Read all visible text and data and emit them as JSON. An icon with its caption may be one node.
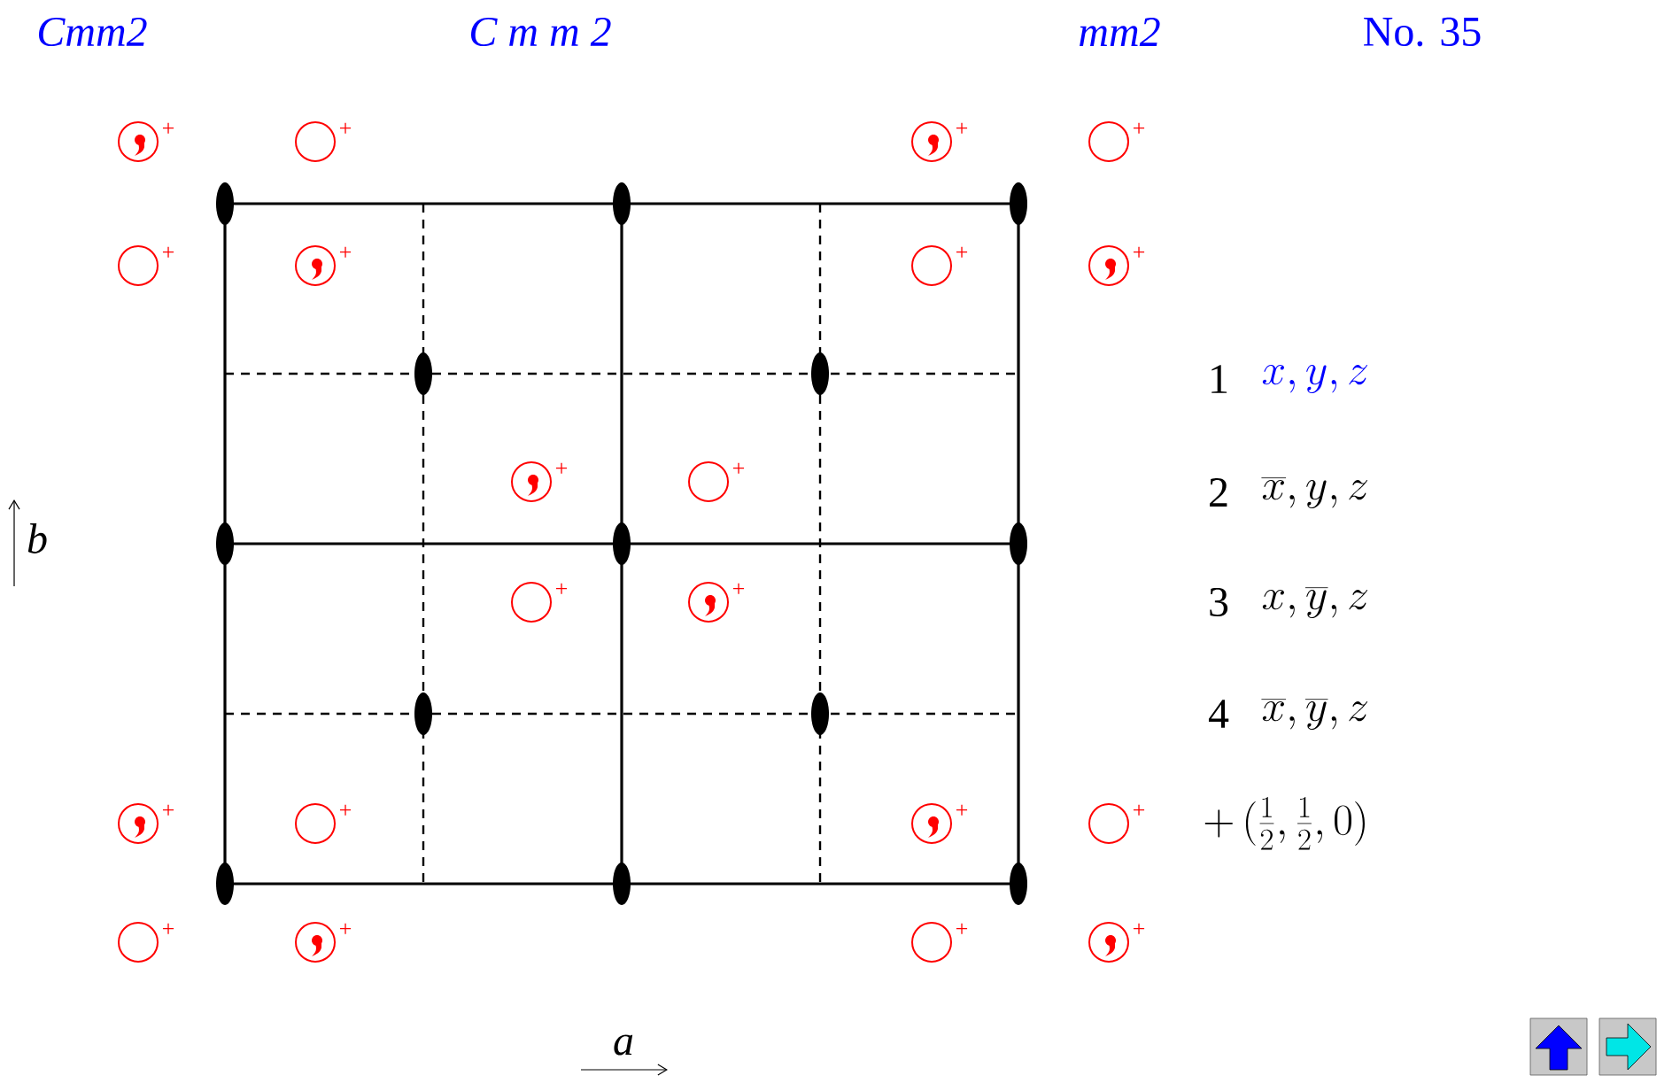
{
  "diagram": {
    "labels": [
      "Cmm2",
      "C m m 2",
      "mm2",
      "No. 35",
      "+",
      "+",
      "+",
      "+",
      "+",
      "+",
      "+",
      "+",
      "+",
      "+",
      "+",
      "+",
      "+",
      "+",
      "+",
      "+",
      "+",
      "+",
      "+",
      "+",
      "1",
      "x, y, z",
      "2",
      "\\overline{x}, y, z",
      "3",
      "x, \\overline{y}, z",
      "4",
      "\\overline{x}, \\overline{y}, z",
      "+\\,(\\frac{1}{2},\\frac{1}{2},0)",
      "b",
      "a"
    ]
  }
}
